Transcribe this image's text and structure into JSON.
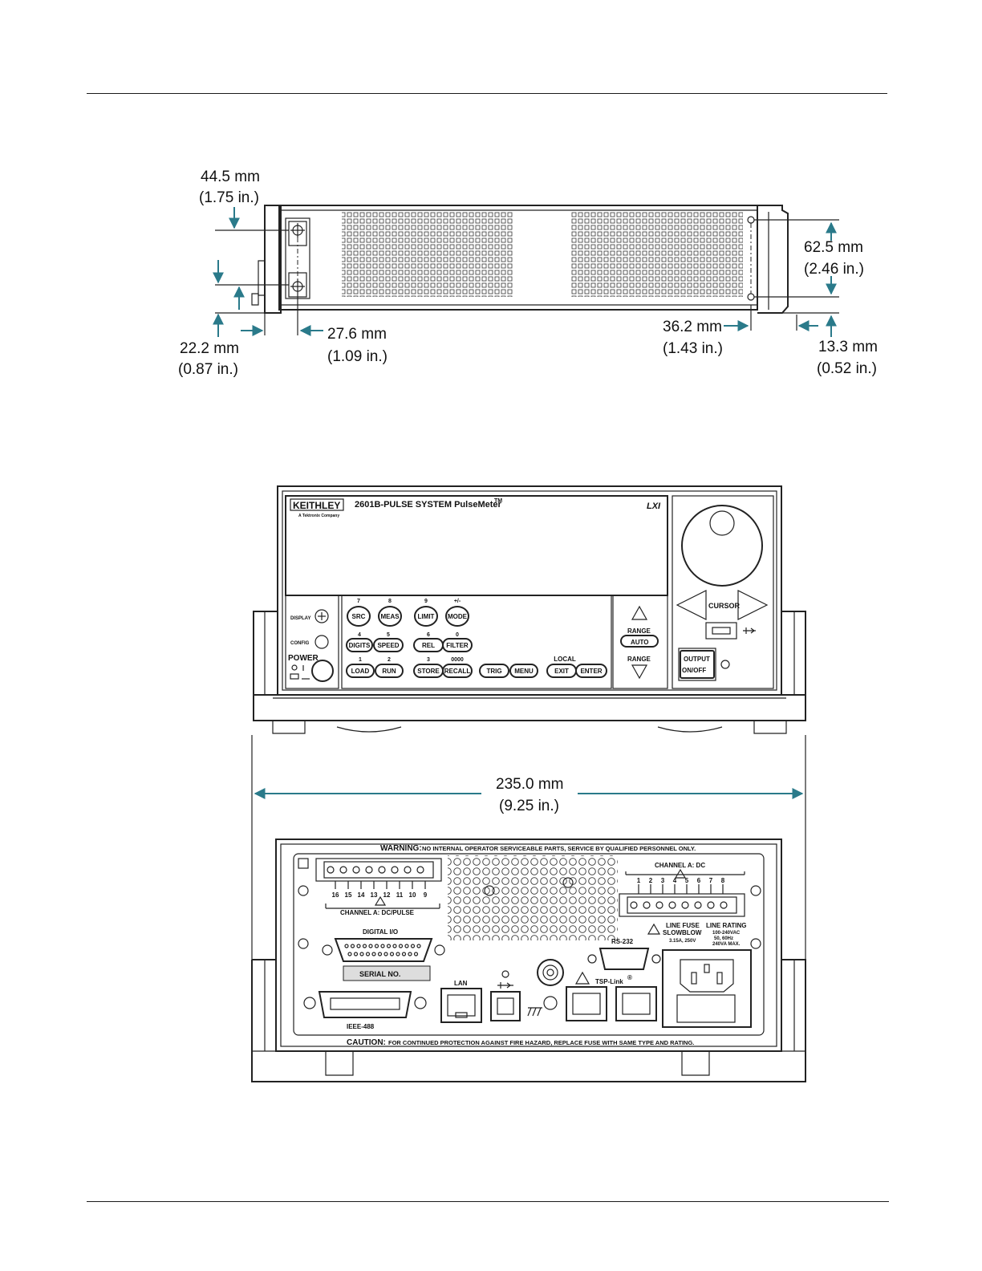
{
  "side_view": {
    "dims": {
      "height": {
        "mm": "44.5 mm",
        "in": "(1.75 in.)"
      },
      "left_front": {
        "mm": "22.2 mm",
        "in": "(0.87 in.)"
      },
      "front_panel": {
        "mm": "27.6 mm",
        "in": "(1.09 in.)"
      },
      "rear": {
        "mm": "36.2 mm",
        "in": "(1.43 in.)"
      },
      "handle": {
        "mm": "62.5 mm",
        "in": "(2.46 in.)"
      },
      "rear_foot": {
        "mm": "13.3 mm",
        "in": "(0.52 in.)"
      }
    }
  },
  "front_panel": {
    "brand": "KEITHLEY",
    "brand_sub": "A Tektronix Company",
    "model": "2601B-PULSE  SYSTEM PulseMeter",
    "tm": "TM",
    "lxi": "LXI",
    "left_labels": {
      "display": "DISPLAY",
      "config": "CONFIG",
      "power": "POWER"
    },
    "row1": [
      {
        "num": "7",
        "label": "SRC"
      },
      {
        "num": "8",
        "label": "MEAS"
      },
      {
        "num": "9",
        "label": "LIMIT"
      },
      {
        "num": "+/-",
        "label": "MODE"
      }
    ],
    "row2": [
      {
        "num": "4",
        "label": "DIGITS"
      },
      {
        "num": "5",
        "label": "SPEED"
      },
      {
        "num": "6",
        "label": "REL"
      },
      {
        "num": "0",
        "label": "FILTER"
      }
    ],
    "row3": [
      {
        "num": "1",
        "label": "LOAD"
      },
      {
        "num": "2",
        "label": "RUN"
      },
      {
        "num": "3",
        "label": "STORE"
      },
      {
        "num": "0000",
        "label": "RECALL"
      }
    ],
    "trig": "TRIG",
    "menu": "MENU",
    "local": "LOCAL",
    "exit": "EXIT",
    "enter": "ENTER",
    "range": "RANGE",
    "auto": "AUTO",
    "cursor": "CURSOR",
    "output_1": "OUTPUT",
    "output_2": "ON/OFF"
  },
  "width_dim": {
    "mm": "235.0 mm",
    "in": "(9.25 in.)"
  },
  "rear_panel": {
    "warning_title": "WARNING:",
    "warning_text": "NO INTERNAL OPERATOR SERVICEABLE PARTS, SERVICE BY QUALIFIED PERSONNEL ONLY.",
    "channel_a_pulse": "CHANNEL A: DC/PULSE",
    "channel_a_dc": "CHANNEL A: DC",
    "pins_top": [
      "16",
      "15",
      "14",
      "13",
      "12",
      "11",
      "10",
      "9"
    ],
    "pins_dc": [
      "1",
      "2",
      "3",
      "4",
      "5",
      "6",
      "7",
      "8"
    ],
    "digital_io": "DIGITAL I/O",
    "serial_no": "SERIAL NO.",
    "ieee": "IEEE-488",
    "lan": "LAN",
    "rs232": "RS-232",
    "tsp_link": "TSP-Link",
    "line_fuse_1": "LINE FUSE",
    "line_fuse_2": "SLOWBLOW",
    "line_fuse_3": "3.15A, 250V",
    "line_rating_1": "LINE RATING",
    "line_rating_2": "100-240VAC",
    "line_rating_3": "50, 60Hz",
    "line_rating_4": "240VA MAX.",
    "caution_title": "CAUTION:",
    "caution_text": "FOR CONTINUED PROTECTION AGAINST FIRE HAZARD, REPLACE FUSE WITH SAME TYPE AND RATING."
  }
}
